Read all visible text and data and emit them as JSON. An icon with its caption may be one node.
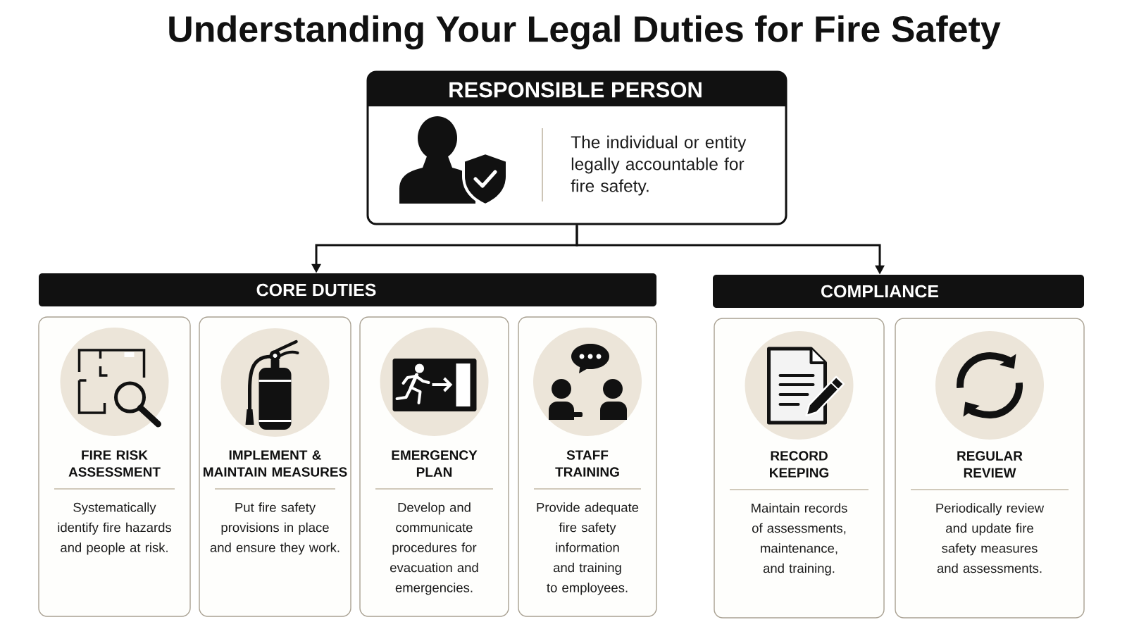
{
  "diagram": {
    "title": "Understanding Your Legal Duties for Fire Safety",
    "nodes": [
      {
        "text": [
          "RESPONSIBLE PERSON",
          "The individual or entity legally accountable for fire safety."
        ]
      },
      {
        "text": [
          "CORE DUTIES"
        ]
      },
      {
        "text": [
          "FIRE RISK ASSESSMENT",
          "Systematically identify fire hazards and people at risk."
        ]
      },
      {
        "text": [
          "IMPLEMENT & MAINTAIN MEASURES",
          "Put fire safety provisions in place and ensure they work."
        ]
      },
      {
        "text": [
          "EMERGENCY PLAN",
          "Develop and communicate procedures for evacuation and emergencies."
        ]
      },
      {
        "text": [
          "STAFF TRAINING",
          "Provide adequate fire safety information and training to employees."
        ]
      },
      {
        "text": [
          "COMPLIANCE"
        ]
      },
      {
        "text": [
          "RECORD KEEPING",
          "Maintain records of assessments, maintenance, and training."
        ]
      },
      {
        "text": [
          "REGULAR REVIEW",
          "Periodically review and update fire safety measures and assessments."
        ]
      }
    ],
    "edges": [
      {
        "from": 0,
        "to": 1,
        "arrow": "to"
      },
      {
        "from": 0,
        "to": 6,
        "arrow": "to"
      }
    ]
  }
}
